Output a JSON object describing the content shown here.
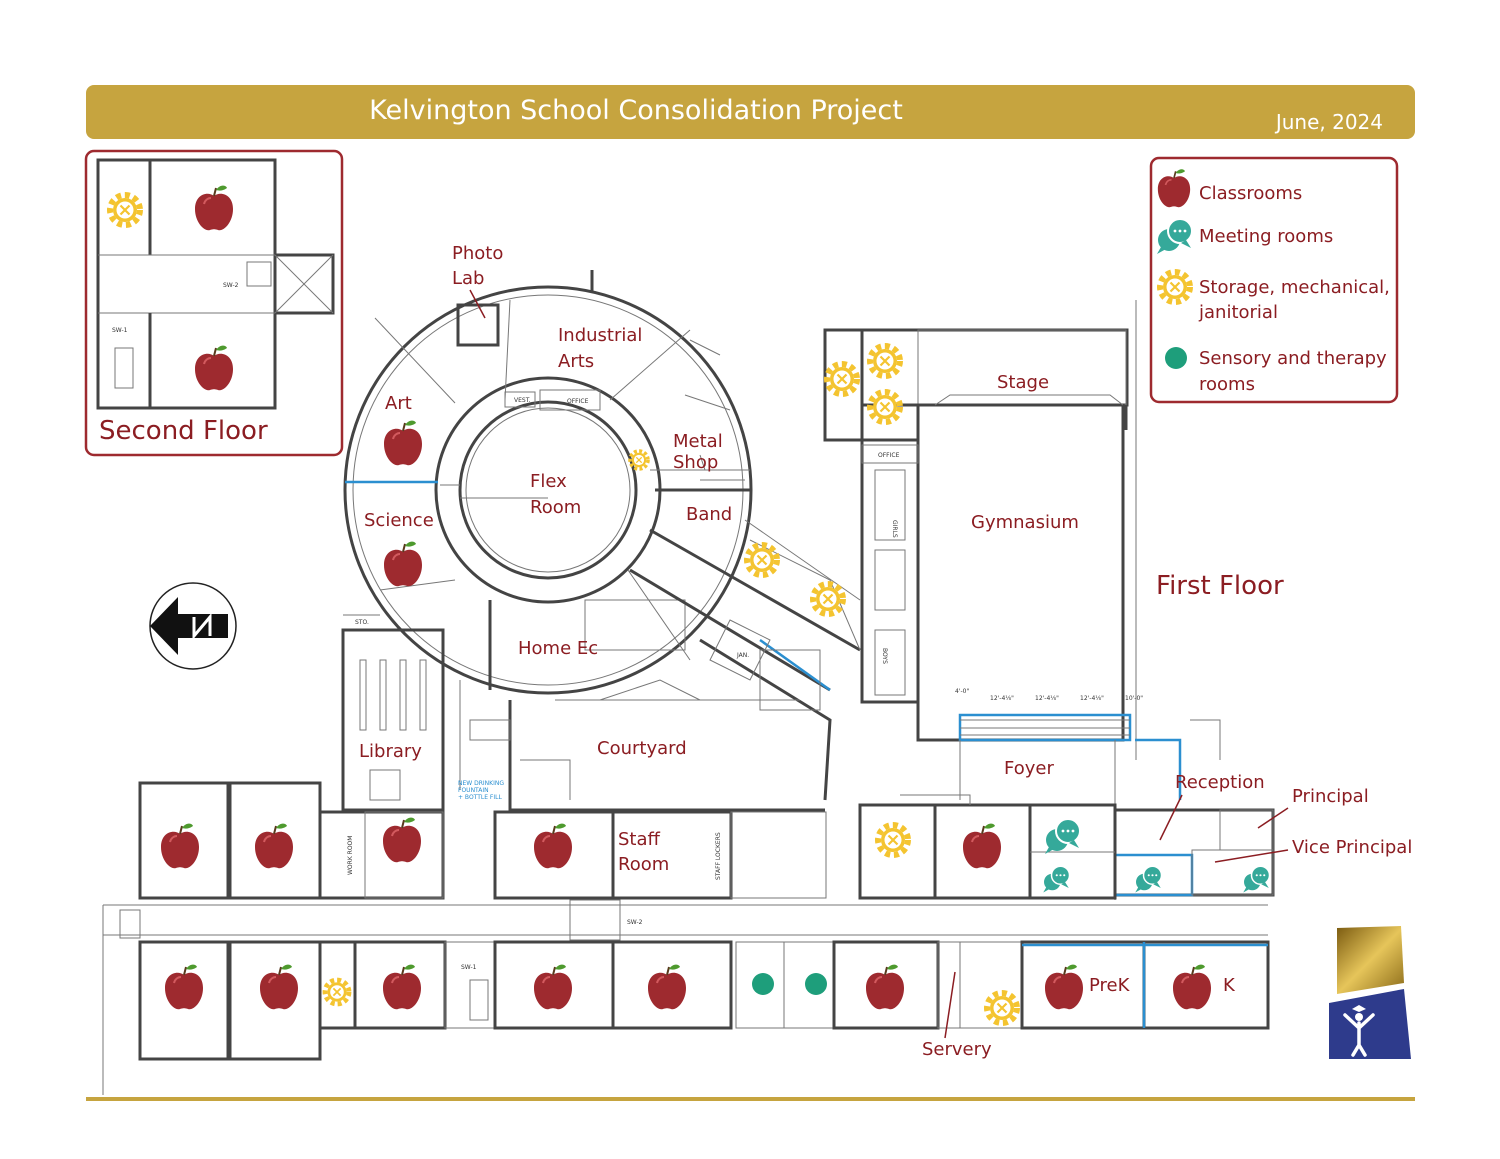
{
  "header": {
    "title": "Kelvington School Consolidation Project",
    "date": "June, 2024"
  },
  "legend": {
    "classrooms": "Classrooms",
    "meeting": "Meeting rooms",
    "storage_1": "Storage, mechanical,",
    "storage_2": "janitorial",
    "sensory_1": "Sensory  and therapy",
    "sensory_2": "rooms"
  },
  "second_floor": {
    "title": "Second Floor",
    "sw2": "SW-2",
    "sw1": "SW-1"
  },
  "first_floor": {
    "title": "First Floor"
  },
  "rooms": {
    "photo_1": "Photo",
    "photo_2": "Lab",
    "industrial_1": "Industrial",
    "industrial_2": "Arts",
    "vest": "VEST.",
    "office": "OFFICE",
    "art": "Art",
    "metal_1": "Metal",
    "metal_2": "Shop",
    "flex_1": "Flex",
    "flex_2": "Room",
    "band": "Band",
    "science": "Science",
    "sto": "STO.",
    "home_ec": "Home Ec",
    "jan": "JAN.",
    "library": "Library",
    "courtyard": "Courtyard",
    "fountain_1": "NEW DRINKING",
    "fountain_2": "FOUNTAIN",
    "fountain_3": "+ BOTTLE FILL",
    "stage": "Stage",
    "gym_office": "OFFICE",
    "girls": "GIRLS",
    "boys": "BOYS",
    "gymnasium": "Gymnasium",
    "foyer": "Foyer",
    "reception": "Reception",
    "principal": "Principal",
    "vice_principal": "Vice Principal",
    "staff_1": "Staff",
    "staff_2": "Room",
    "staff_lockers": "STAFF LOCKERS",
    "work_room": "WORK ROOM",
    "sw2": "SW-2",
    "sw1": "SW-1",
    "prek": "PreK",
    "k": "K",
    "servery": "Servery"
  },
  "dimensions": {
    "d1": "4'-0\"",
    "d2": "12'-4⅛\"",
    "d3": "12'-4⅛\"",
    "d4": "12'-4⅛\"",
    "d5": "10'-0\""
  },
  "icons": {
    "classroom": "apple-icon",
    "meeting": "speech-bubbles-icon",
    "storage": "gear-icon",
    "sensory": "green-dot-icon",
    "compass": "north-arrow-icon",
    "logo": "ministry-logo"
  },
  "colors": {
    "gold": "#c6a43f",
    "maroon": "#8b1d22",
    "apple": "#9e2a2f",
    "meeting": "#35a99a",
    "storage": "#f4c430",
    "sensory": "#1e9e7b",
    "wall_blue": "#2b8fd0",
    "logo_blue": "#2e3b8c"
  }
}
